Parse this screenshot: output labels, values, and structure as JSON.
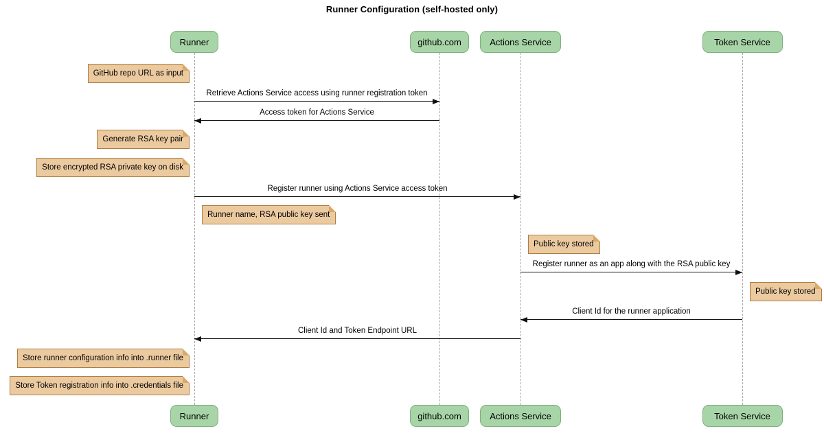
{
  "title": "Runner Configuration (self-hosted only)",
  "colors": {
    "background": "#ffffff",
    "participant_fill": "#a8d5a8",
    "participant_border": "#7fae7f",
    "note_fill": "#eccaa0",
    "note_border": "#ad7d43",
    "note_fold": "#d9a967",
    "lifeline": "#a9a9a9",
    "arrow": "#111111",
    "text": "#000000"
  },
  "participants": [
    {
      "name": "Runner"
    },
    {
      "name": "github.com"
    },
    {
      "name": "Actions Service"
    },
    {
      "name": "Token Service"
    }
  ],
  "messages": [
    {
      "from": "Runner",
      "to": "github.com",
      "label": "Retrieve Actions Service access using runner registration token"
    },
    {
      "from": "github.com",
      "to": "Runner",
      "label": "Access token for Actions Service"
    },
    {
      "from": "Runner",
      "to": "Actions Service",
      "label": "Register runner using Actions Service access token"
    },
    {
      "from": "Actions Service",
      "to": "Token Service",
      "label": "Register runner as an app along with the RSA public key"
    },
    {
      "from": "Token Service",
      "to": "Actions Service",
      "label": "Client Id for the runner application"
    },
    {
      "from": "Actions Service",
      "to": "Runner",
      "label": "Client Id and Token Endpoint URL"
    }
  ],
  "notes": [
    {
      "anchor": "Runner",
      "side": "left",
      "text": "GitHub repo URL as input"
    },
    {
      "anchor": "Runner",
      "side": "left",
      "text": "Generate RSA key pair"
    },
    {
      "anchor": "Runner",
      "side": "left",
      "text": "Store encrypted RSA private key on disk"
    },
    {
      "anchor": "Runner",
      "side": "right",
      "text": "Runner name, RSA public key sent"
    },
    {
      "anchor": "Actions Service",
      "side": "right",
      "text": "Public key stored"
    },
    {
      "anchor": "Token Service",
      "side": "right",
      "text": "Public key stored"
    },
    {
      "anchor": "Runner",
      "side": "left",
      "text": "Store runner configuration info into .runner file"
    },
    {
      "anchor": "Runner",
      "side": "left",
      "text": "Store Token registration info into .credentials file"
    }
  ]
}
